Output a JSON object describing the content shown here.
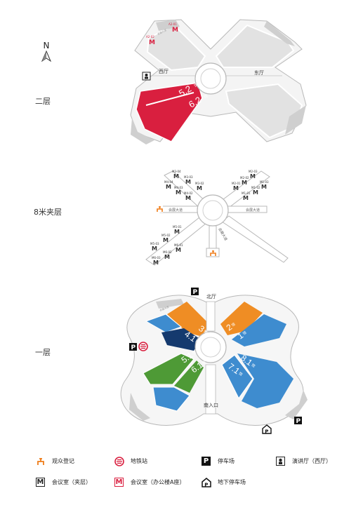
{
  "floors": {
    "second": {
      "label": "二层",
      "west_hall": "西厅",
      "east_hall": "东厅",
      "hall_52": "5.2",
      "hall_62": "6.2",
      "hall_suffix": "馆",
      "rooms": [
        "A2-01",
        "A2-02"
      ],
      "road_label": "会展大道"
    },
    "mezzanine": {
      "label": "8米夹层",
      "road_left": "会展大道",
      "road_right": "会展大道",
      "road_south": "会展大道",
      "rooms_nw": [
        "M3-04",
        "M3-03",
        "M3-02",
        "M4-04",
        "M4-03",
        "M4-02"
      ],
      "rooms_ne": [
        "M2-03",
        "M2-02",
        "M2-01",
        "M1-03",
        "M1-02",
        "M1-01"
      ],
      "rooms_sw": [
        "M5-01",
        "M5-02",
        "M5-03",
        "M6-01",
        "M6-02",
        "M6-03"
      ]
    },
    "first": {
      "label": "一层",
      "north_hall": "北厅",
      "south_entrance": "南入口",
      "halls": [
        "1",
        "2",
        "3",
        "4.1",
        "5.1",
        "6.1",
        "7.1",
        "8.1"
      ],
      "hall_suffix": "馆",
      "road_label": "会展大道"
    }
  },
  "compass": {
    "letter": "N"
  },
  "legend": [
    {
      "icon": "registration-icon",
      "label": "观众登记"
    },
    {
      "icon": "metro-icon",
      "label": "地铁站"
    },
    {
      "icon": "parking-icon",
      "label": "停车场"
    },
    {
      "icon": "lecture-hall-icon",
      "label": "演讲厅（西厅）"
    },
    {
      "icon": "meeting-room-mezzanine-icon",
      "label": "会议室（夹层）"
    },
    {
      "icon": "meeting-room-office-icon",
      "label": "会议室（办公楼A座）"
    },
    {
      "icon": "underground-parking-icon",
      "label": "地下停车场"
    }
  ],
  "colors": {
    "hall_red": "#d91f3f",
    "hall_orange": "#ef8d24",
    "hall_blue": "#3e8ccf",
    "hall_navy": "#153a6e",
    "hall_green": "#4e9a36",
    "hall_grey": "#e2e2e2",
    "building_outline": "#b8b8b8",
    "registration_orange": "#ef7d1a",
    "meeting_red": "#d91f3f"
  }
}
